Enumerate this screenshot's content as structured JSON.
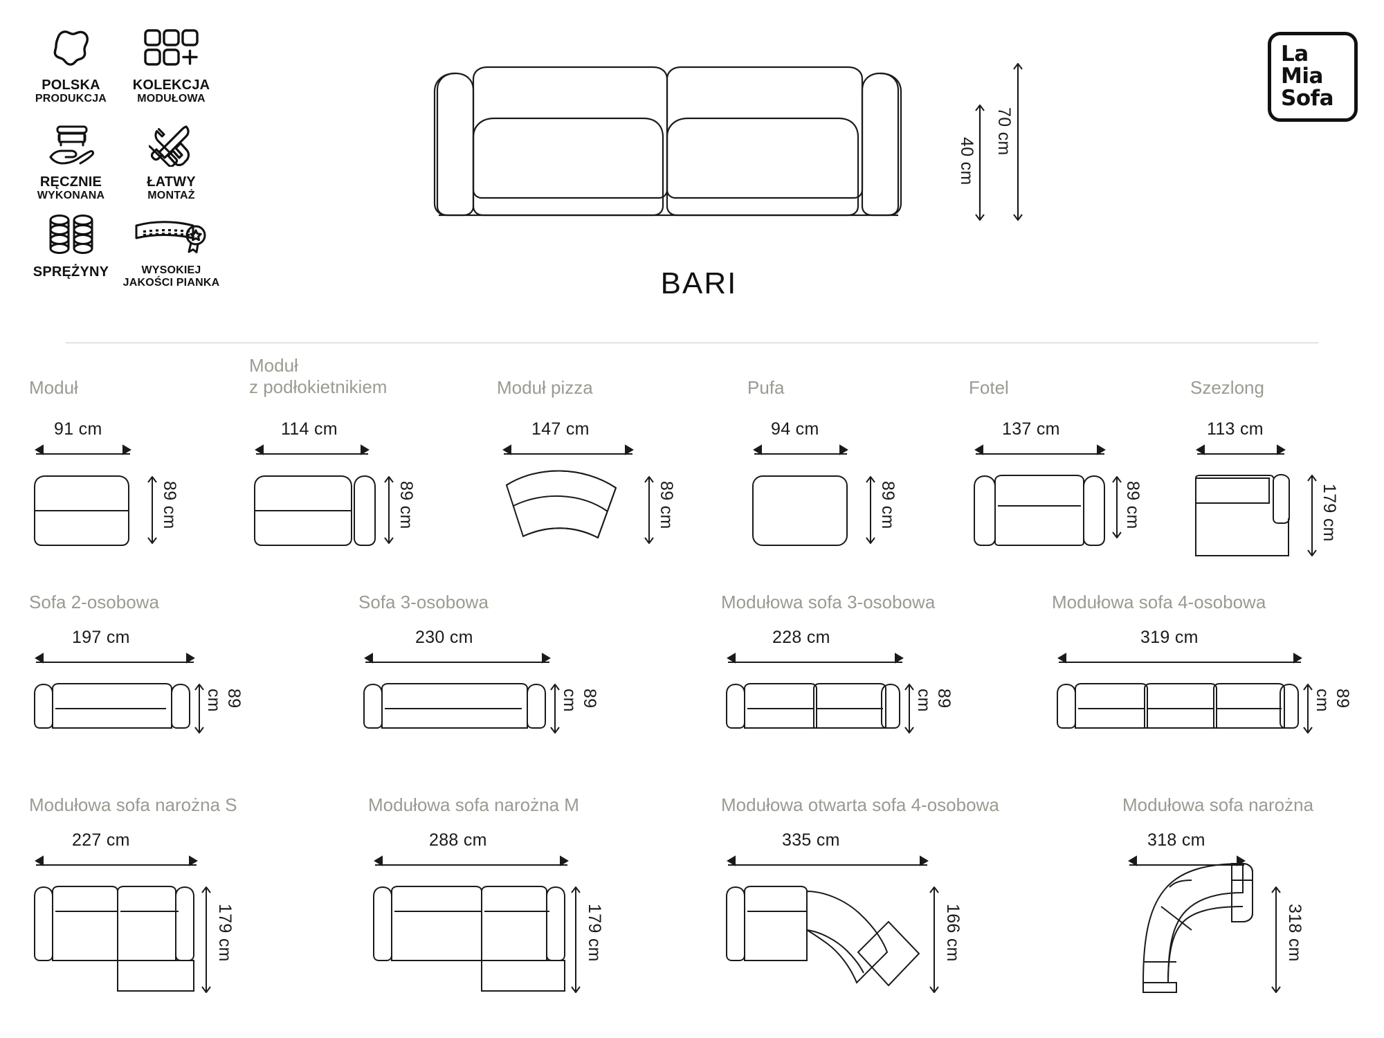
{
  "brand": {
    "logo_lines": [
      "La",
      "Mia",
      "Sofa"
    ]
  },
  "product": {
    "name": "BARI",
    "height_cm": "70 cm",
    "seat_height_cm": "40 cm"
  },
  "badges": [
    {
      "icon": "poland-map-icon",
      "line1": "POLSKA",
      "line2": "PRODUKCJA"
    },
    {
      "icon": "modular-grid-plus-icon",
      "line1": "KOLEKCJA",
      "line2": "MODUŁOWA"
    },
    {
      "icon": "hand-holding-sofa-icon",
      "line1": "RĘCZNIE",
      "line2": "WYKONANA"
    },
    {
      "icon": "wrench-screwdriver-icon",
      "line1": "ŁATWY",
      "line2": "MONTAŻ"
    },
    {
      "icon": "springs-icon",
      "line1": "SPRĘŻYNY",
      "line2": ""
    },
    {
      "icon": "foam-quality-badge-icon",
      "line1": "WYSOKIEJ",
      "line2": "JAKOŚCI PIANKA"
    }
  ],
  "items": [
    {
      "label": "Moduł",
      "width": "91 cm",
      "depth": "89 cm",
      "shape": "module"
    },
    {
      "label": "Moduł\nz podłokietnikiem",
      "width": "114 cm",
      "depth": "89 cm",
      "shape": "module-arm"
    },
    {
      "label": "Moduł pizza",
      "width": "147 cm",
      "depth": "89 cm",
      "shape": "pizza"
    },
    {
      "label": "Pufa",
      "width": "94 cm",
      "depth": "89 cm",
      "shape": "pouf"
    },
    {
      "label": "Fotel",
      "width": "137 cm",
      "depth": "89 cm",
      "shape": "armchair"
    },
    {
      "label": "Szezlong",
      "width": "113 cm",
      "depth": "179 cm",
      "shape": "chaise"
    },
    {
      "label": "Sofa 2-osobowa",
      "width": "197 cm",
      "depth": "89 cm",
      "shape": "sofa2"
    },
    {
      "label": "Sofa 3-osobowa",
      "width": "230 cm",
      "depth": "89 cm",
      "shape": "sofa3"
    },
    {
      "label": "Modułowa sofa 3-osobowa",
      "width": "228 cm",
      "depth": "89 cm",
      "shape": "modsofa3"
    },
    {
      "label": "Modułowa sofa 4-osobowa",
      "width": "319 cm",
      "depth": "89 cm",
      "shape": "modsofa4"
    },
    {
      "label": "Modułowa sofa narożna S",
      "width": "227 cm",
      "depth": "179 cm",
      "shape": "cornerS"
    },
    {
      "label": "Modułowa sofa narożna M",
      "width": "288 cm",
      "depth": "179 cm",
      "shape": "cornerM"
    },
    {
      "label": "Modułowa otwarta sofa 4-osobowa",
      "width": "335 cm",
      "depth": "166 cm",
      "shape": "open4"
    },
    {
      "label": "Modułowa sofa narożna",
      "width": "318 cm",
      "depth": "318 cm",
      "shape": "curved"
    }
  ],
  "colors": {
    "label": "#9b9a92",
    "line": "#1a1a1a",
    "divider": "#c9c9c9",
    "background": "#ffffff"
  }
}
